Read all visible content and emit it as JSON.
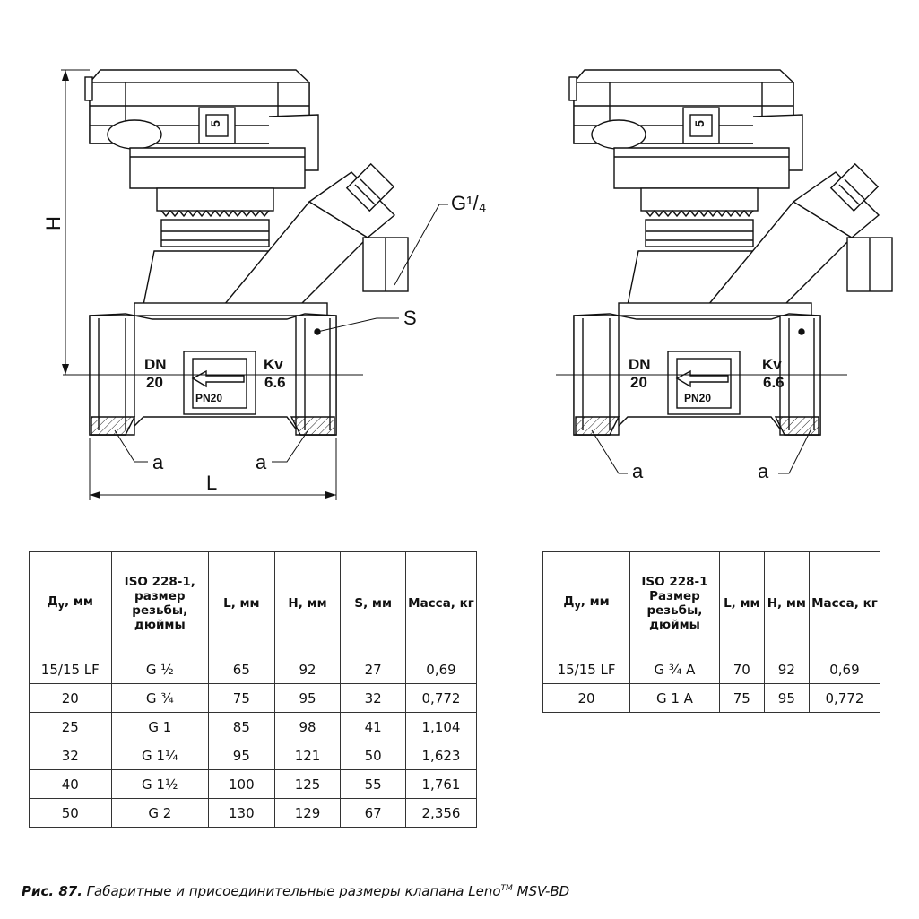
{
  "drawing_left": {
    "dim_h": "H",
    "dim_l": "L",
    "port_label": "G¹/₄",
    "s_label": "S",
    "a_left": "a",
    "a_right": "a",
    "dn_text": "DN",
    "dn_value": "20",
    "kv_text": "Kv",
    "kv_value": "6.6",
    "pn_text": "PN20",
    "knob_value": "5"
  },
  "drawing_right": {
    "a_left": "a",
    "a_right": "a",
    "dn_text": "DN",
    "dn_value": "20",
    "kv_text": "Kv",
    "kv_value": "6.6",
    "pn_text": "PN20",
    "knob_value": "5"
  },
  "table_left": {
    "headers": [
      "Д",
      "ISO 228-1, размер резьбы, дюймы",
      "L, мм",
      "H, мм",
      "S, мм",
      "Масса, кг"
    ],
    "header_dn_main": "Д",
    "header_dn_sub": "у",
    "header_dn_rest": ", мм",
    "rows": [
      [
        "15/15 LF",
        "G ½",
        "65",
        "92",
        "27",
        "0,69"
      ],
      [
        "20",
        "G ¾",
        "75",
        "95",
        "32",
        "0,772"
      ],
      [
        "25",
        "G 1",
        "85",
        "98",
        "41",
        "1,104"
      ],
      [
        "32",
        "G 1¼",
        "95",
        "121",
        "50",
        "1,623"
      ],
      [
        "40",
        "G 1½",
        "100",
        "125",
        "55",
        "1,761"
      ],
      [
        "50",
        "G 2",
        "130",
        "129",
        "67",
        "2,356"
      ]
    ]
  },
  "table_right": {
    "headers": [
      "Д",
      "ISO 228-1 Размер резьбы, дюймы",
      "L, мм",
      "H, мм",
      "Масса, кг"
    ],
    "header_dn_main": "Д",
    "header_dn_sub": "у",
    "header_dn_rest": ", мм",
    "rows": [
      [
        "15/15 LF",
        "G ¾ A",
        "70",
        "92",
        "0,69"
      ],
      [
        "20",
        "G 1 A",
        "75",
        "95",
        "0,772"
      ]
    ]
  },
  "caption": {
    "label": "Рис. 87.",
    "text_pre": " Габаритные и присоединительные размеры клапана Leno",
    "tm": "TM",
    "text_post": " MSV-BD"
  }
}
